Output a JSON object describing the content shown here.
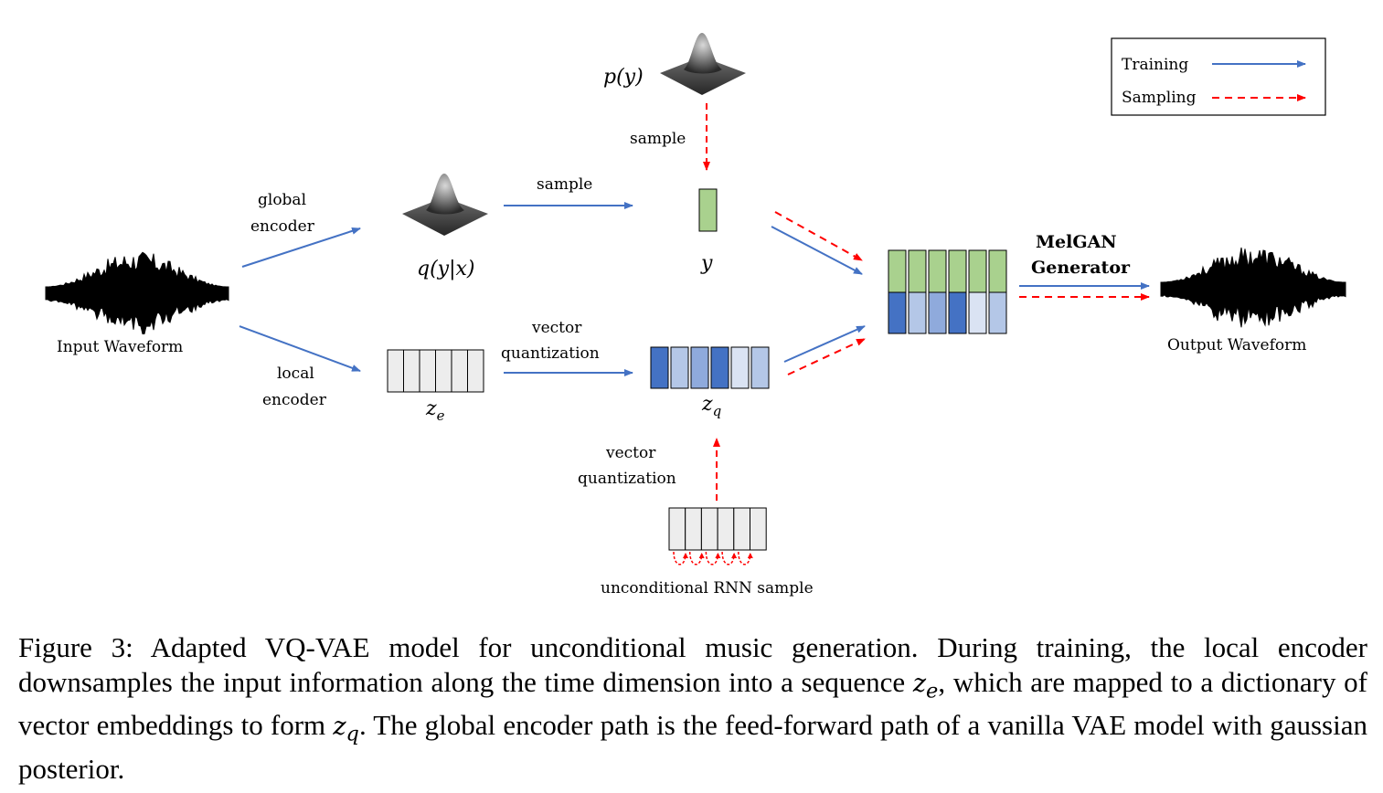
{
  "legend": {
    "training_label": "Training",
    "sampling_label": "Sampling"
  },
  "labels": {
    "p_y": "p(y)",
    "sample_top": "sample",
    "global_encoder_l1": "global",
    "global_encoder_l2": "encoder",
    "sample_mid": "sample",
    "q_y_x": "q(y|x)",
    "y": "y",
    "input_waveform": "Input Waveform",
    "local_encoder_l1": "local",
    "local_encoder_l2": "encoder",
    "z_e_base": "z",
    "z_e_sub": "e",
    "vq_mid_l1": "vector",
    "vq_mid_l2": "quantization",
    "z_q_base": "z",
    "z_q_sub": "q",
    "vq_bottom_l1": "vector",
    "vq_bottom_l2": "quantization",
    "rnn_sample": "unconditional RNN sample",
    "melgan_l1": "MelGAN",
    "melgan_l2": "Generator",
    "output_waveform": "Output Waveform"
  },
  "colors": {
    "training_arrow": "#4472c4",
    "sampling_arrow": "#ff0000",
    "y_green": "#a9d18e",
    "zq_dark": "#4472c4",
    "zq_mid": "#8faadc",
    "zq_light": "#b4c7e7",
    "zq_pale": "#dae3f3",
    "ze_grey": "#ededed"
  },
  "caption": {
    "p1": "Figure 3: Adapted VQ-VAE model for unconditional music generation. During training, the local encoder downsamples the input information along the time dimension into a sequence ",
    "ze_base": "z",
    "ze_sub": "e",
    "p2": ", which are mapped to a dictionary of vector embeddings to form ",
    "zq_base": "z",
    "zq_sub": "q",
    "p3": ". The global encoder path is the feed-forward path of a vanilla VAE model with gaussian posterior."
  }
}
